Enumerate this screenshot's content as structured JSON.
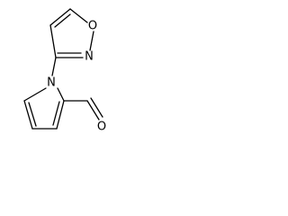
{
  "diagram": {
    "type": "chemical-structure",
    "name": "",
    "atom_labels": {
      "isoxazole_oxygen": "O",
      "isoxazole_nitrogen": "N",
      "pyrrole_nitrogen": "N",
      "aldehyde_oxygen": "O"
    },
    "colors": {
      "bond": "#000000",
      "label": "#000000",
      "background": "#ffffff"
    }
  }
}
